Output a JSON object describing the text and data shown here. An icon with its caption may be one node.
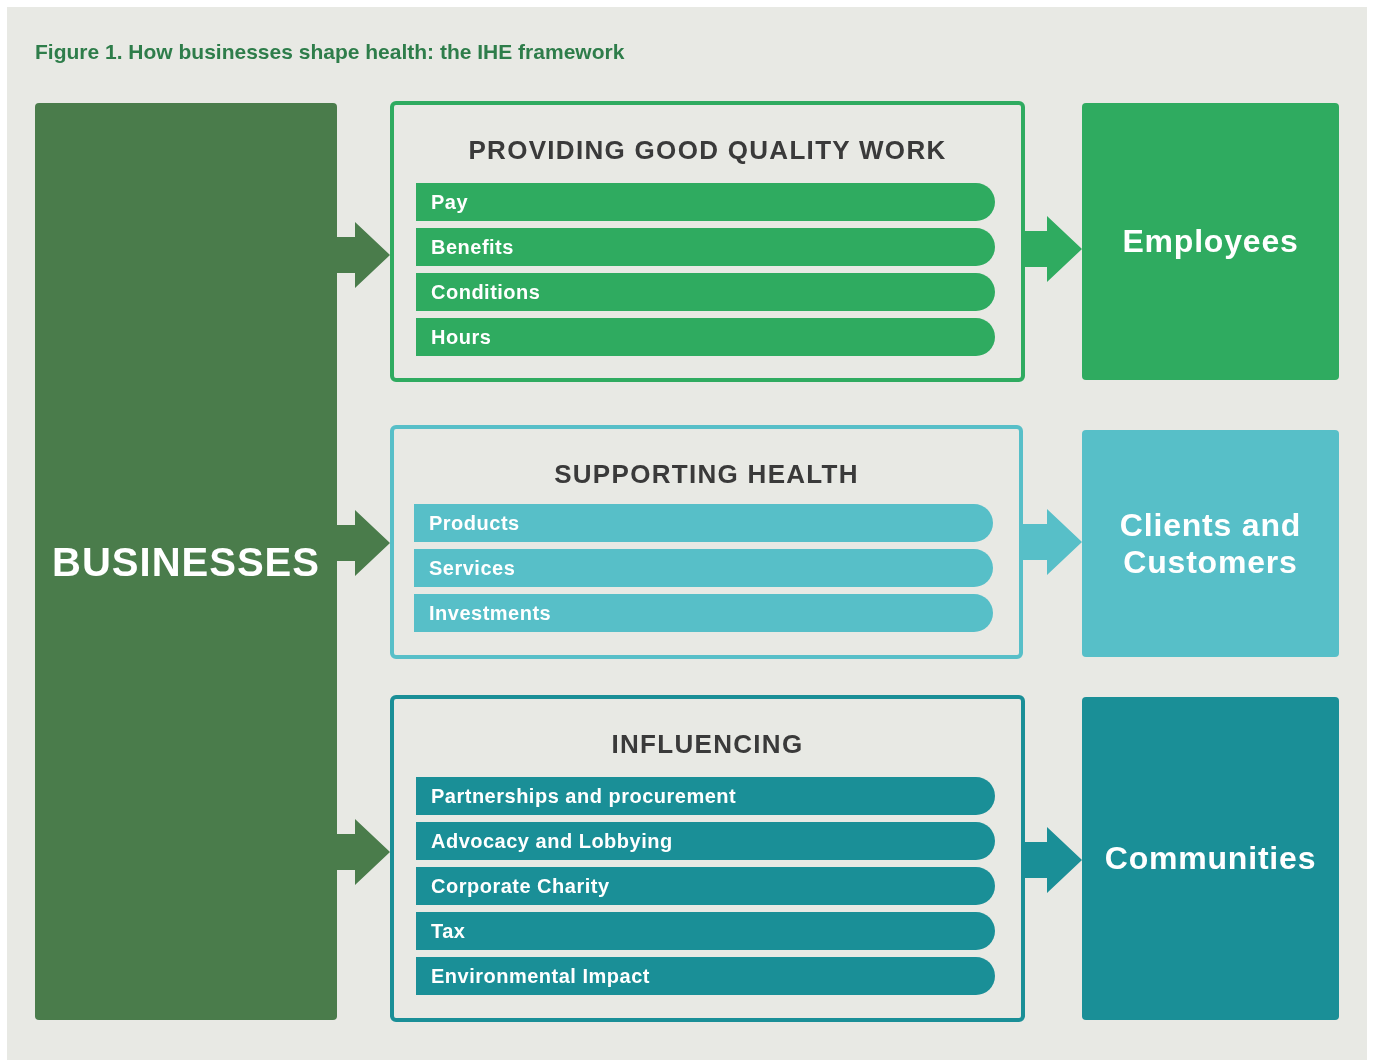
{
  "diagram": {
    "title": "Figure 1. How businesses shape health: the IHE framework",
    "nodes": [
      {
        "text": [
          "BUSINESSES"
        ]
      },
      {
        "text": [
          "PROVIDING GOOD QUALITY WORK"
        ]
      },
      {
        "text": [
          "Pay"
        ],
        "in": 1
      },
      {
        "text": [
          "Benefits"
        ],
        "in": 1
      },
      {
        "text": [
          "Conditions"
        ],
        "in": 1
      },
      {
        "text": [
          "Hours"
        ],
        "in": 1
      },
      {
        "text": [
          "Employees"
        ]
      },
      {
        "text": [
          "SUPPORTING HEALTH"
        ]
      },
      {
        "text": [
          "Products"
        ],
        "in": 7
      },
      {
        "text": [
          "Services"
        ],
        "in": 7
      },
      {
        "text": [
          "Investments"
        ],
        "in": 7
      },
      {
        "text": [
          "Clients and Customers"
        ]
      },
      {
        "text": [
          "INFLUENCING"
        ]
      },
      {
        "text": [
          "Partnerships and procurement"
        ],
        "in": 12
      },
      {
        "text": [
          "Advocacy and Lobbying"
        ],
        "in": 12
      },
      {
        "text": [
          "Corporate Charity"
        ],
        "in": 12
      },
      {
        "text": [
          "Tax"
        ],
        "in": 12
      },
      {
        "text": [
          "Environmental Impact"
        ],
        "in": 12
      },
      {
        "text": [
          "Communities"
        ]
      }
    ],
    "edges": [
      {
        "from": 0,
        "to": 1,
        "arrow": "to",
        "style": "thick",
        "color": "#4a7c4b"
      },
      {
        "from": 0,
        "to": 7,
        "arrow": "to",
        "style": "thick",
        "color": "#4a7c4b"
      },
      {
        "from": 0,
        "to": 12,
        "arrow": "to",
        "style": "thick",
        "color": "#4a7c4b"
      },
      {
        "from": 1,
        "to": 6,
        "arrow": "to",
        "style": "thick",
        "color": "#2fab60"
      },
      {
        "from": 7,
        "to": 11,
        "arrow": "to",
        "style": "thick",
        "color": "#57bfc8"
      },
      {
        "from": 12,
        "to": 18,
        "arrow": "to",
        "style": "thick",
        "color": "#1a8f97"
      }
    ]
  }
}
